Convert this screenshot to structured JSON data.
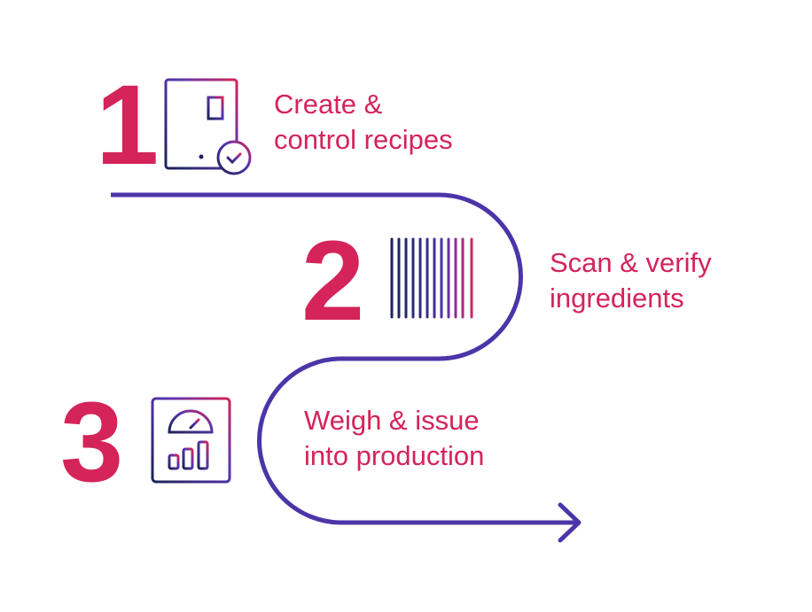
{
  "steps": [
    {
      "number": "1",
      "line1": "Create &",
      "line2": "control recipes",
      "icon": "recipe-document-check-icon"
    },
    {
      "number": "2",
      "line1": "Scan & verify",
      "line2": "ingredients",
      "icon": "barcode-icon"
    },
    {
      "number": "3",
      "line1": "Weigh & issue",
      "line2": "into production",
      "icon": "scale-gauge-icon"
    }
  ],
  "colors": {
    "accent": "#d4245a",
    "path": "#4b35a8",
    "navy": "#1c2358"
  }
}
